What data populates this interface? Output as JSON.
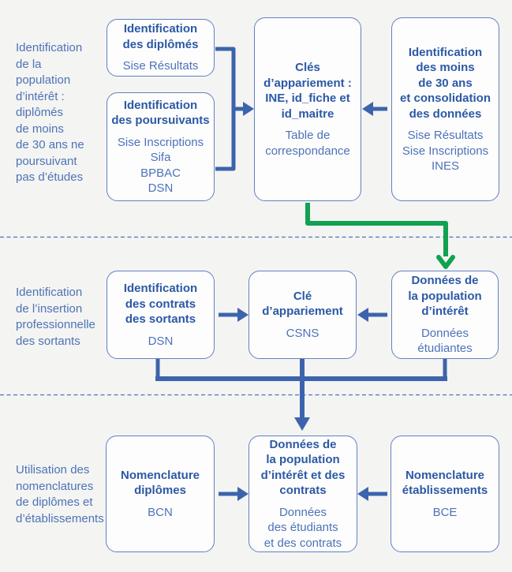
{
  "colors": {
    "background": "#f4f4f2",
    "box_bg": "#fdfdfe",
    "box_border": "#6280c2",
    "title": "#2c59a4",
    "subtitle": "#4d73b8",
    "label": "#4d73b8",
    "arrow": "#3c64ad",
    "green": "#12a150",
    "dashed": "#4d73b8"
  },
  "sections": [
    {
      "label": "Identification\nde la\npopulation\nd’intérêt :\ndiplômés\nde moins\nde 30 ans ne\npoursuivant\npas d’études",
      "boxes": [
        {
          "title": "Identification\ndes diplômés",
          "sub": "Sise Résultats"
        },
        {
          "title": "Identification\ndes poursuivants",
          "sub": "Sise Inscriptions\nSifa\nBPBAC\nDSN"
        },
        {
          "title": "Clés\nd’appariement :\nINE, id_fiche et\nid_maitre",
          "sub": "Table de\ncorrespondance"
        },
        {
          "title": "Identification\ndes moins\nde 30 ans\net consolidation\ndes données",
          "sub": "Sise Résultats\nSise Inscriptions\nINES"
        }
      ]
    },
    {
      "label": "Identification\nde l’insertion\nprofessionnelle\ndes sortants",
      "boxes": [
        {
          "title": "Identification\ndes contrats\ndes sortants",
          "sub": "DSN"
        },
        {
          "title": "Clé\nd’appariement",
          "sub": "CSNS"
        },
        {
          "title": "Données de\nla population\nd’intérêt",
          "sub": "Données\nétudiantes"
        }
      ]
    },
    {
      "label": "Utilisation des\nnomenclatures\nde diplômes et\nd’établissements",
      "boxes": [
        {
          "title": "Nomenclature\ndiplômes",
          "sub": "BCN"
        },
        {
          "title": "Données de\nla population\nd’intérêt et des\ncontrats",
          "sub": "Données\ndes étudiants\net des contrats"
        },
        {
          "title": "Nomenclature\nétablissements",
          "sub": "BCE"
        }
      ]
    }
  ]
}
